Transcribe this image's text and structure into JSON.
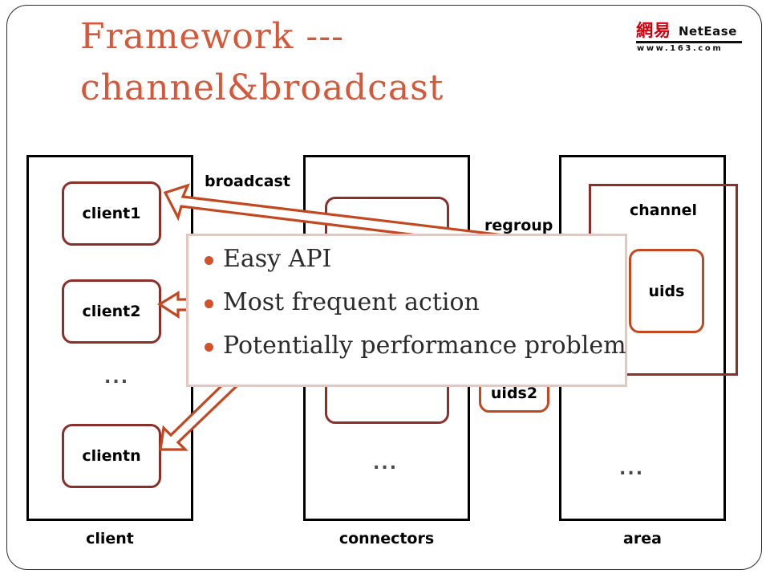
{
  "slide": {
    "title_lines": [
      "Framework ---",
      "channel&broadcast"
    ],
    "accent_color": "#D4583A"
  },
  "logo": {
    "cn_text": "網易",
    "brand": "NetEase",
    "url": "www.163.com",
    "cn_color": "#D5000F"
  },
  "diagram": {
    "columns": [
      {
        "name": "client",
        "label": "client",
        "nodes": [
          {
            "label": "client1"
          },
          {
            "label": "client2"
          },
          {
            "label": "clientn"
          }
        ],
        "ellipsis": "..."
      },
      {
        "name": "connectors",
        "label": "connectors",
        "nodes": [
          {
            "label": ""
          },
          {
            "label": ""
          }
        ],
        "ellipsis": "..."
      },
      {
        "name": "area",
        "label": "area",
        "nodes": [
          {
            "label": "channel"
          },
          {
            "label": "uids"
          },
          {
            "label": "uids2"
          }
        ],
        "ellipsis": "..."
      }
    ],
    "edge_labels": [
      {
        "name": "broadcast",
        "text": "broadcast"
      },
      {
        "name": "regroup",
        "text": "regroup"
      }
    ],
    "colors": {
      "column_border": "#000000",
      "node_dark": "#8B3028",
      "node_orange": "#C4481F",
      "arrow": "#C4481F",
      "callout_border": "#E6C6BE"
    }
  },
  "callout": {
    "bullets": [
      "Easy API",
      "Most frequent action",
      "Potentially performance problem"
    ]
  }
}
